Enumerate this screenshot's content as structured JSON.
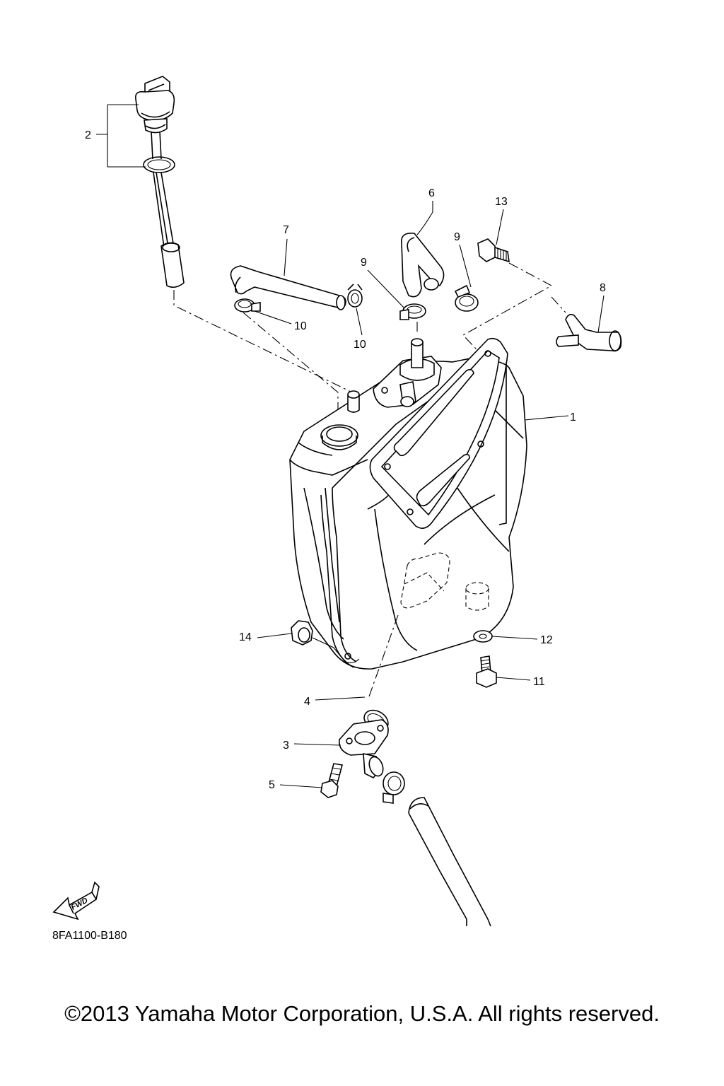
{
  "diagram": {
    "callouts": [
      {
        "id": "2",
        "label": "2"
      },
      {
        "id": "6",
        "label": "6"
      },
      {
        "id": "13",
        "label": "13"
      },
      {
        "id": "7",
        "label": "7"
      },
      {
        "id": "9a",
        "label": "9"
      },
      {
        "id": "9b",
        "label": "9"
      },
      {
        "id": "8",
        "label": "8"
      },
      {
        "id": "10a",
        "label": "10"
      },
      {
        "id": "10b",
        "label": "10"
      },
      {
        "id": "1",
        "label": "1"
      },
      {
        "id": "14",
        "label": "14"
      },
      {
        "id": "12",
        "label": "12"
      },
      {
        "id": "11",
        "label": "11"
      },
      {
        "id": "4",
        "label": "4"
      },
      {
        "id": "3",
        "label": "3"
      },
      {
        "id": "5",
        "label": "5"
      }
    ],
    "fwd_label": "FWD",
    "drawing_code": "8FA1100-B180"
  },
  "footer": {
    "copyright": "©2013 Yamaha Motor Corporation, U.S.A. All rights reserved."
  }
}
